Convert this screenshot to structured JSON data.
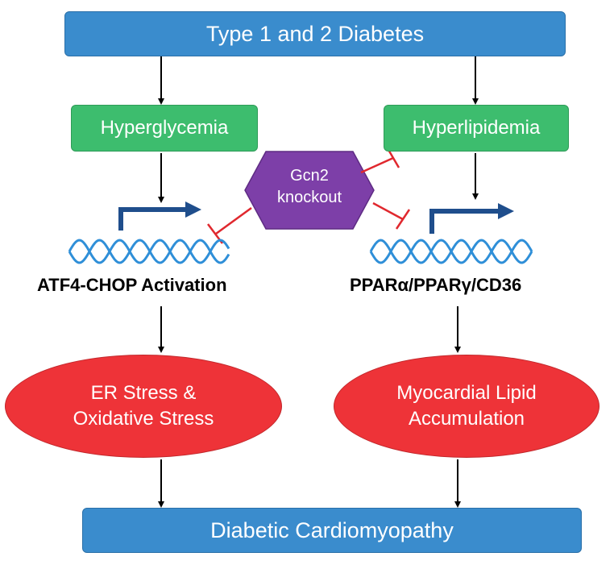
{
  "top_box": {
    "label": "Type 1 and 2 Diabetes"
  },
  "left_trigger": {
    "label": "Hyperglycemia"
  },
  "right_trigger": {
    "label": "Hyperlipidemia"
  },
  "inhibitor": {
    "line1": "Gcn2",
    "line2": "knockout"
  },
  "left_gene": {
    "label": "ATF4-CHOP Activation"
  },
  "right_gene": {
    "label": "PPARα/PPARγ/CD36"
  },
  "left_outcome": {
    "line1": "ER Stress &",
    "line2": "Oxidative Stress"
  },
  "right_outcome": {
    "line1": "Myocardial Lipid",
    "line2": "Accumulation"
  },
  "bottom_box": {
    "label": "Diabetic Cardiomyopathy"
  },
  "colors": {
    "blue_box": "#3a8ccd",
    "green_box": "#3dbd6e",
    "red_ellipse": "#ee3338",
    "inhibitor_hex": "#7d3fa8",
    "inhibit_line": "#e0282e",
    "dna": "#2f8fd8",
    "promoter_arrow": "#1f4e8c"
  }
}
